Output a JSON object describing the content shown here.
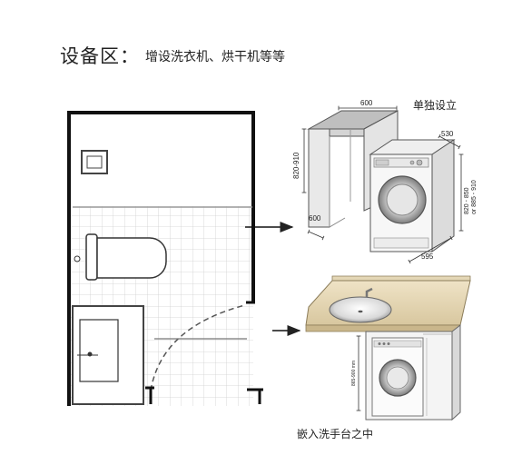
{
  "header": {
    "title": "设备区：",
    "subtitle": "增设洗衣机、烘干机等等"
  },
  "freestanding": {
    "label": "单独设立",
    "dim_width_top": "600",
    "dim_height_cabinet": "820-910",
    "dim_depth_cabinet": "600",
    "dim_depth_machine": "530",
    "dim_height_machine_1": "820 - 850",
    "dim_height_machine_2": "or 885 - 910",
    "dim_width_machine": "595"
  },
  "builtin": {
    "label": "嵌入洗手台之中",
    "dim_height": "865-900 mm"
  }
}
